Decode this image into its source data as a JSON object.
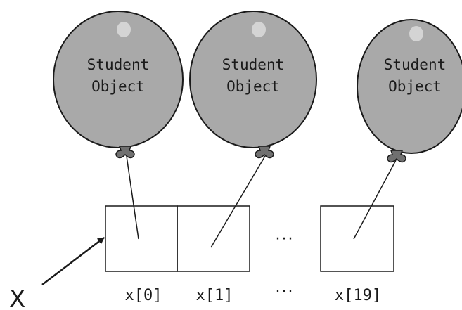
{
  "balloons": [
    {
      "line1": "Student",
      "line2": "Object"
    },
    {
      "line1": "Student",
      "line2": "Object"
    },
    {
      "line1": "Student",
      "line2": "Object"
    }
  ],
  "indices": [
    "x[0]",
    "x[1]",
    "x[19]"
  ],
  "ellipsis": "···",
  "variable": "X",
  "colors": {
    "balloon_fill": "#a9a9a9",
    "balloon_stroke": "#1a1a1a",
    "highlight": "#d4d4d4",
    "line": "#1a1a1a"
  }
}
